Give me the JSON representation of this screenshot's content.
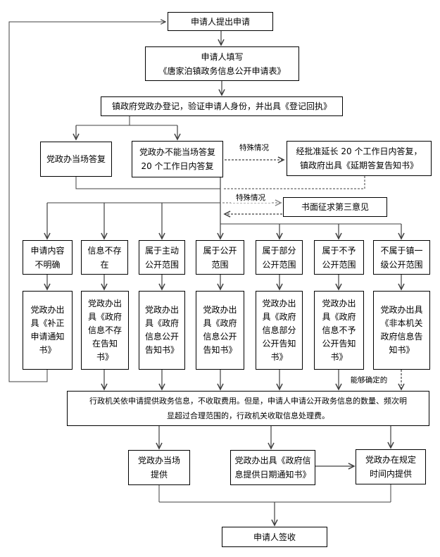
{
  "flowchart": {
    "nodes": {
      "submit": "申请人提出申请",
      "fill_form": "申请人填写\n《唐家泊镇政务信息公开申请表》",
      "register": "镇政府党政办登记，验证申请人身份，并出具《登记回执》",
      "onsite_reply": "党政办当场答复",
      "cannot_onsite_reply": "党政办不能当场答复\n20 个工作日内答复",
      "extended_reply": "经批准延长 20 个工作日内答复，\n镇政府出具《延期答复告知书》",
      "written_third_opinion": "书面征求第三意见",
      "cat_unclear": "申请内容\n不明确",
      "cat_not_exist": "信息不存\n在",
      "cat_proactive_scope": "属于主动\n公开范围",
      "cat_open_scope": "属于公开\n范围",
      "cat_partial_scope": "属于部分\n公开范围",
      "cat_not_open_scope": "属于不予\n公开范围",
      "cat_not_town_scope": "不属于镇一\n级公开范围",
      "out_supplement_notice": "党政办出\n具《补正\n申请通知\n书》",
      "out_not_exist_notice": "党政办出\n具《政府\n信息不存\n在告知\n书》",
      "out_open_notice_1": "党政办出\n具《政府\n信息公开\n告知书》",
      "out_open_notice_2": "党政办出\n具《政府\n信息公开\n告知书》",
      "out_partial_notice": "党政办出\n具《政府\n信息部分\n公开告知\n书》",
      "out_refuse_notice": "党政办出\n具《政府\n信息不予\n公开告知\n书》",
      "out_other_agency_notice": "党政办出具\n《非本机关\n政府信息告\n知书》",
      "fee_statement": "行政机关依申请提供政务信息，不收取费用。但是，申请人申请公开政务信息的数量、频次明\n显超过合理范围的，行政机关收取信息处理费。",
      "provide_onsite": "党政办当场\n提供",
      "provide_date_notice": "党政办出具《政府信\n息提供日期通知书》",
      "provide_scheduled": "党政办在规定\n时间内提供",
      "sign_receipt": "申请人签收"
    },
    "labels": {
      "special_case_top": "特殊情况",
      "special_case_mid": "特殊情况",
      "determinable": "能够确定的"
    },
    "colors": {
      "background": "#ffffff",
      "box_border": "#000000",
      "connector": "#404040",
      "gray_dashed_arrow": "#8a8a8a",
      "text": "#000000"
    }
  }
}
